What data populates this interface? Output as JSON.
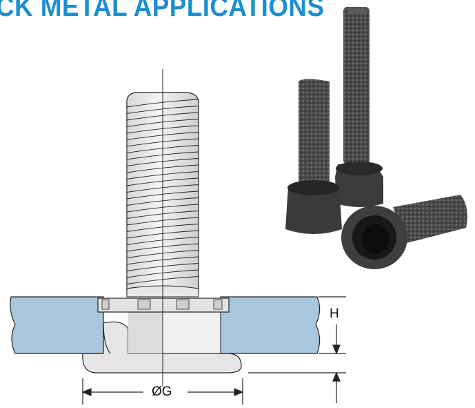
{
  "heading": "CK METAL APPLICATIONS",
  "dimensions": {
    "height_label": "H",
    "diameter_label": "ØG"
  },
  "colors": {
    "heading": "#1b8fcf",
    "sheet_fill": "#a8c6dc",
    "fastener_fill": "#e9e9e9",
    "outline": "#222222"
  },
  "icons": [
    "threaded-stud-cross-section",
    "self-clinching-studs-photo"
  ]
}
